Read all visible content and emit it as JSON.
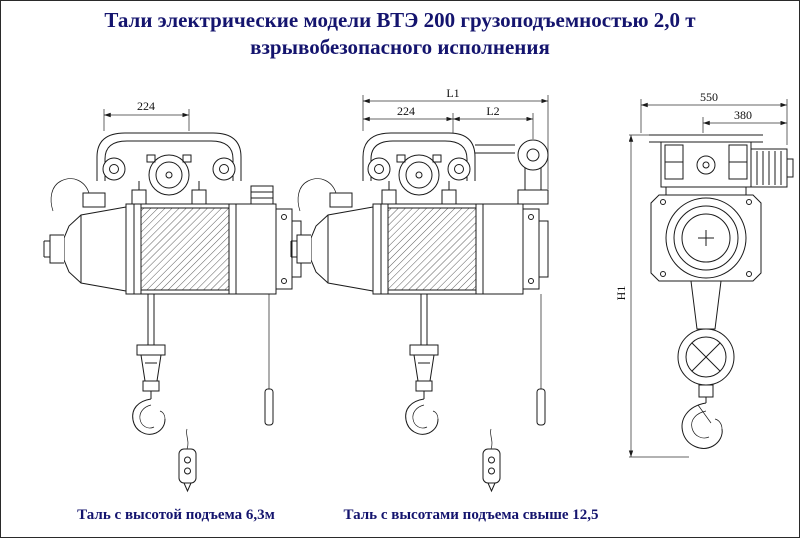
{
  "title": {
    "line1": "Тали электрические модели ВТЭ 200 грузоподъемностью 2,0 т",
    "line2": "взрывобезопасного исполнения"
  },
  "dimensions": {
    "left_width": "224",
    "mid_overall": "L1",
    "mid_left": "224",
    "mid_right": "L2",
    "end_overall": "550",
    "end_partial": "380",
    "end_height": "H1"
  },
  "captions": {
    "left": "Таль с высотой подъема 6,3м",
    "right": "Таль с высотами подъема свыше 12,5"
  }
}
